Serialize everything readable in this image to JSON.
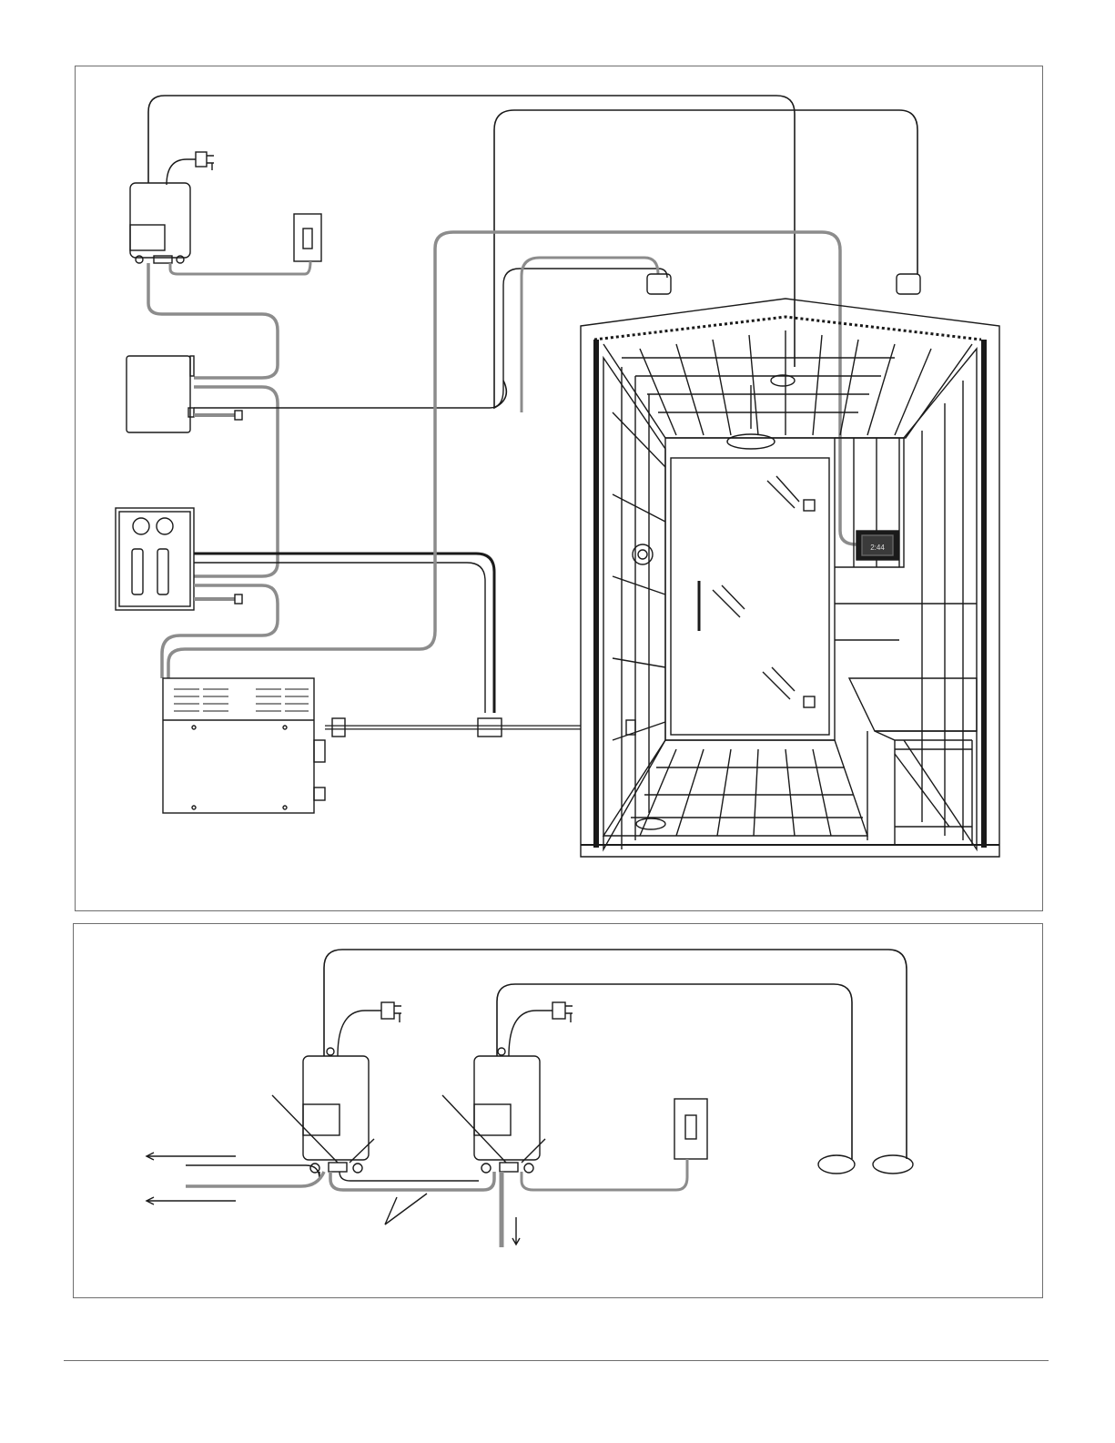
{
  "panels": [
    {
      "id": "steam-shower-system",
      "header": ""
    },
    {
      "id": "multi-power-supply-wiring",
      "header": ""
    }
  ],
  "display": {
    "clock": "2:44"
  },
  "colors": {
    "header": "#7a7a7a",
    "line": "#1a1a1a",
    "cable": "#8c8c8c"
  }
}
